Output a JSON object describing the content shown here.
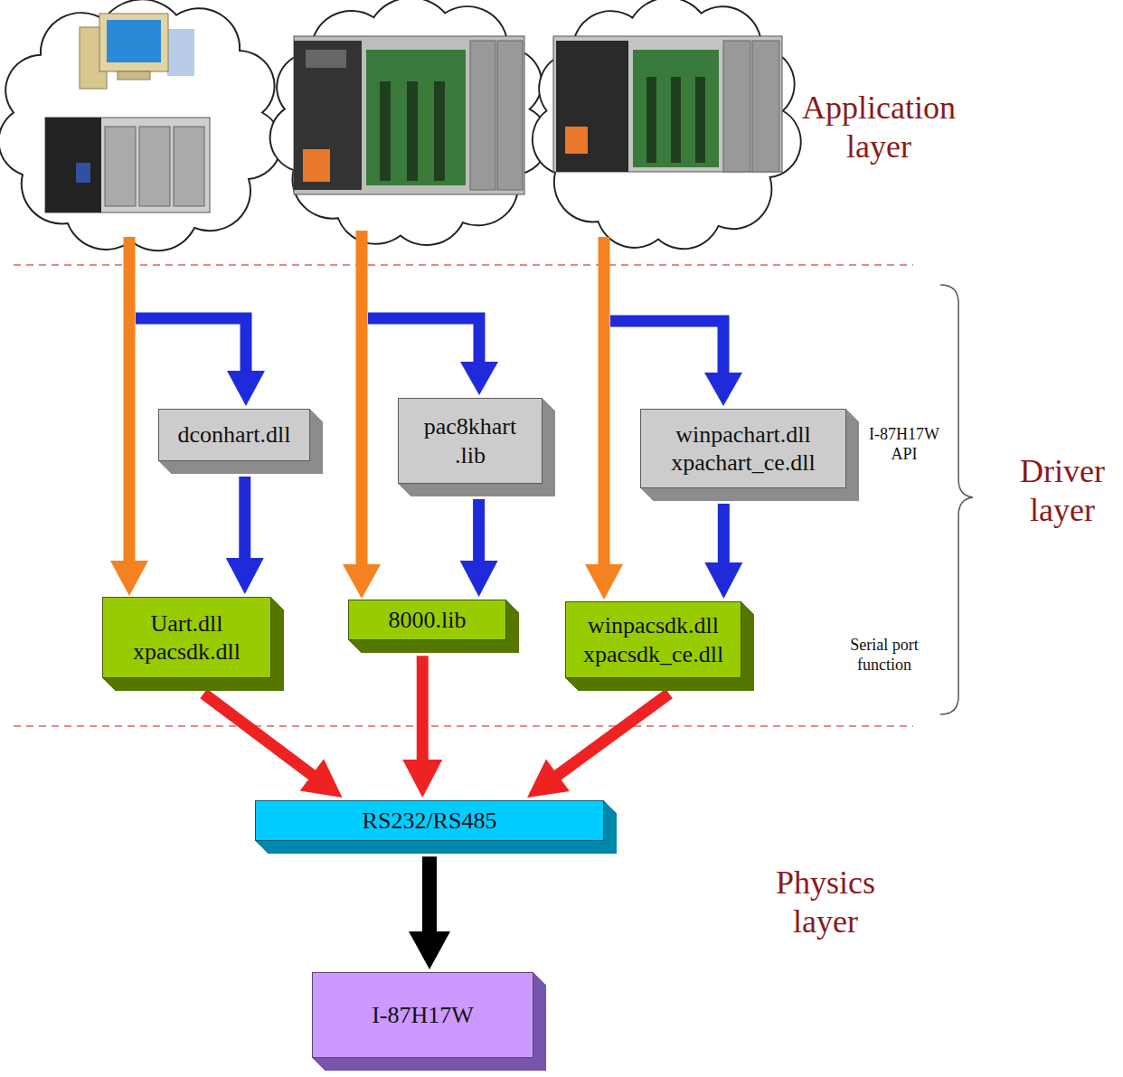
{
  "diagram": {
    "nodes": [
      {
        "text": [
          "dconhart.dll"
        ]
      },
      {
        "text": [
          "pac8khart .lib"
        ]
      },
      {
        "text": [
          "winpachart.dll xpachart_ce.dll"
        ]
      },
      {
        "text": [
          "Uart.dll xpacsdk.dll"
        ]
      },
      {
        "text": [
          "8000.lib"
        ]
      },
      {
        "text": [
          "winpacsdk.dll xpacsdk_ce.dll"
        ]
      },
      {
        "text": [
          "RS232/RS485"
        ]
      },
      {
        "text": [
          "I-87H17W"
        ]
      }
    ],
    "edges": [
      {
        "from": 0,
        "to": 3,
        "arrow": "to"
      },
      {
        "from": 1,
        "to": 4,
        "arrow": "to"
      },
      {
        "from": 2,
        "to": 5,
        "arrow": "to"
      },
      {
        "from": 3,
        "to": 6,
        "arrow": "to"
      },
      {
        "from": 4,
        "to": 6,
        "arrow": "to"
      },
      {
        "from": 5,
        "to": 6,
        "arrow": "to"
      },
      {
        "from": 6,
        "to": 7,
        "arrow": "to"
      }
    ],
    "labels": [
      "Application layer",
      "I-87H17W API",
      "Driver layer",
      "Serial port function",
      "Physics layer"
    ]
  }
}
